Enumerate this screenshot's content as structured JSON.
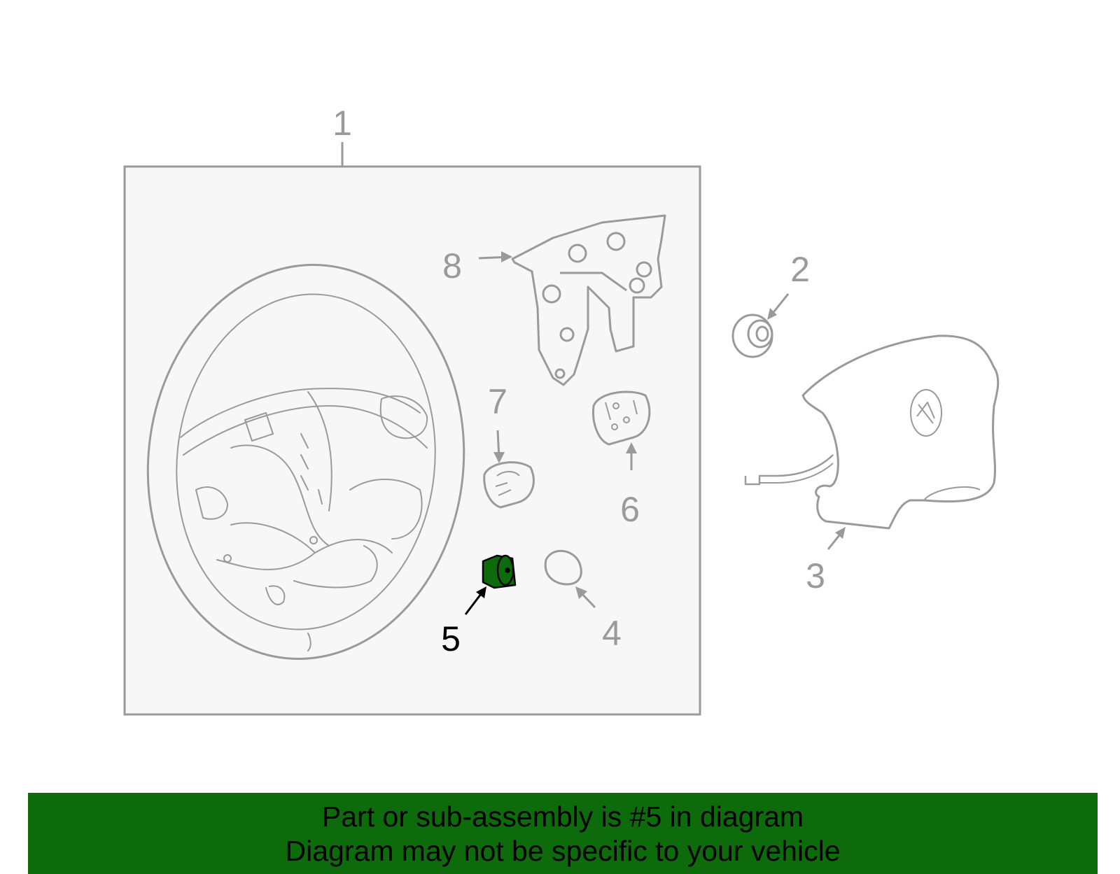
{
  "callouts": {
    "c1": "1",
    "c2": "2",
    "c3": "3",
    "c4": "4",
    "c5": "5",
    "c6": "6",
    "c7": "7",
    "c8": "8"
  },
  "banner": {
    "line1": "Part or sub-assembly is #5 in diagram",
    "line2": "Diagram may not be specific to your vehicle"
  },
  "colors": {
    "line": "#9a9a9a",
    "highlight": "#0d6b0c",
    "highlight_label": "#000000",
    "banner_bg": "#0d6b0c",
    "panel_bg": "#f7f7f7"
  }
}
